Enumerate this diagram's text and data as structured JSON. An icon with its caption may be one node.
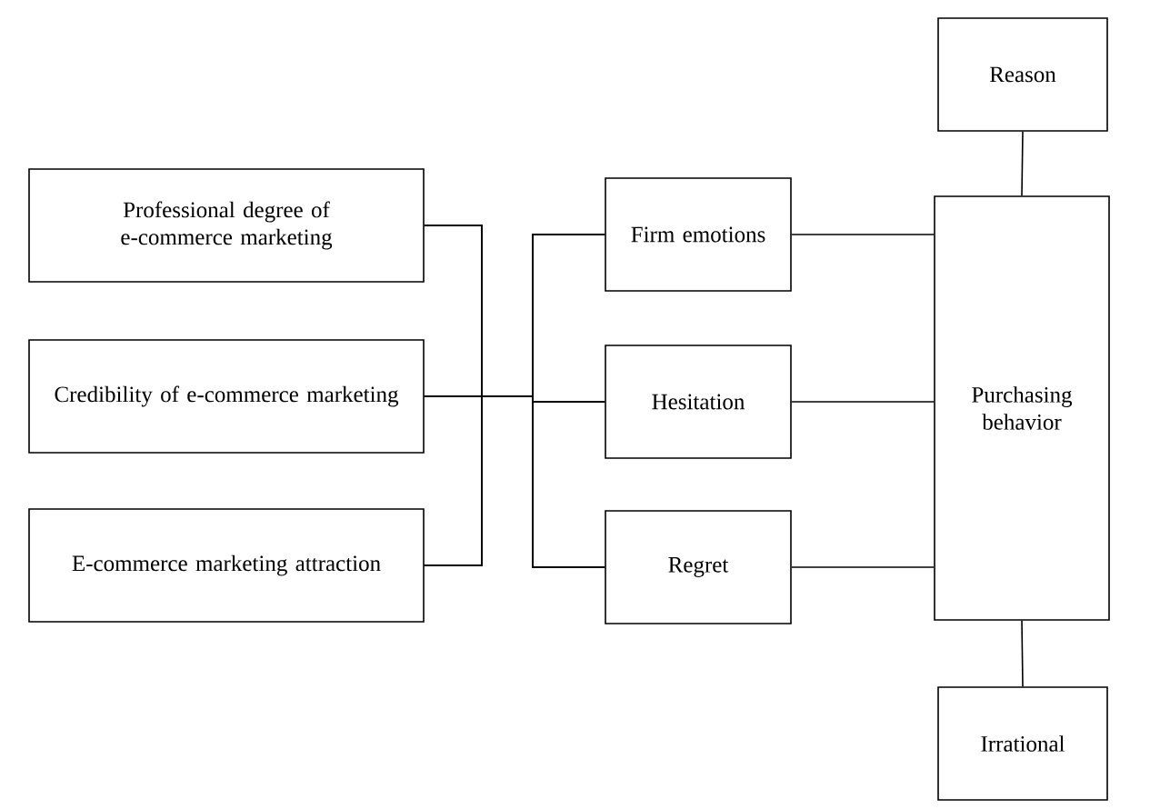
{
  "diagram": {
    "nodes": [
      {
        "text": [
          "Professional degree of e-commerce marketing"
        ]
      },
      {
        "text": [
          "Credibility of e-commerce marketing"
        ]
      },
      {
        "text": [
          "E-commerce marketing attraction"
        ]
      },
      {
        "text": [
          "Firm emotions"
        ]
      },
      {
        "text": [
          "Hesitation"
        ]
      },
      {
        "text": [
          "Regret"
        ]
      },
      {
        "text": [
          "Purchasing behavior"
        ]
      },
      {
        "text": [
          "Reason"
        ]
      },
      {
        "text": [
          "Irrational"
        ]
      }
    ],
    "edges": [
      {
        "from": 0,
        "to": 3,
        "arrow": "none"
      },
      {
        "from": 0,
        "to": 4,
        "arrow": "none"
      },
      {
        "from": 0,
        "to": 5,
        "arrow": "none"
      },
      {
        "from": 1,
        "to": 3,
        "arrow": "none"
      },
      {
        "from": 1,
        "to": 4,
        "arrow": "none"
      },
      {
        "from": 1,
        "to": 5,
        "arrow": "none"
      },
      {
        "from": 2,
        "to": 3,
        "arrow": "none"
      },
      {
        "from": 2,
        "to": 4,
        "arrow": "none"
      },
      {
        "from": 2,
        "to": 5,
        "arrow": "none"
      },
      {
        "from": 3,
        "to": 6,
        "arrow": "none"
      },
      {
        "from": 4,
        "to": 6,
        "arrow": "none"
      },
      {
        "from": 5,
        "to": 6,
        "arrow": "none"
      },
      {
        "from": 7,
        "to": 6,
        "arrow": "none"
      },
      {
        "from": 6,
        "to": 8,
        "arrow": "none"
      }
    ]
  }
}
